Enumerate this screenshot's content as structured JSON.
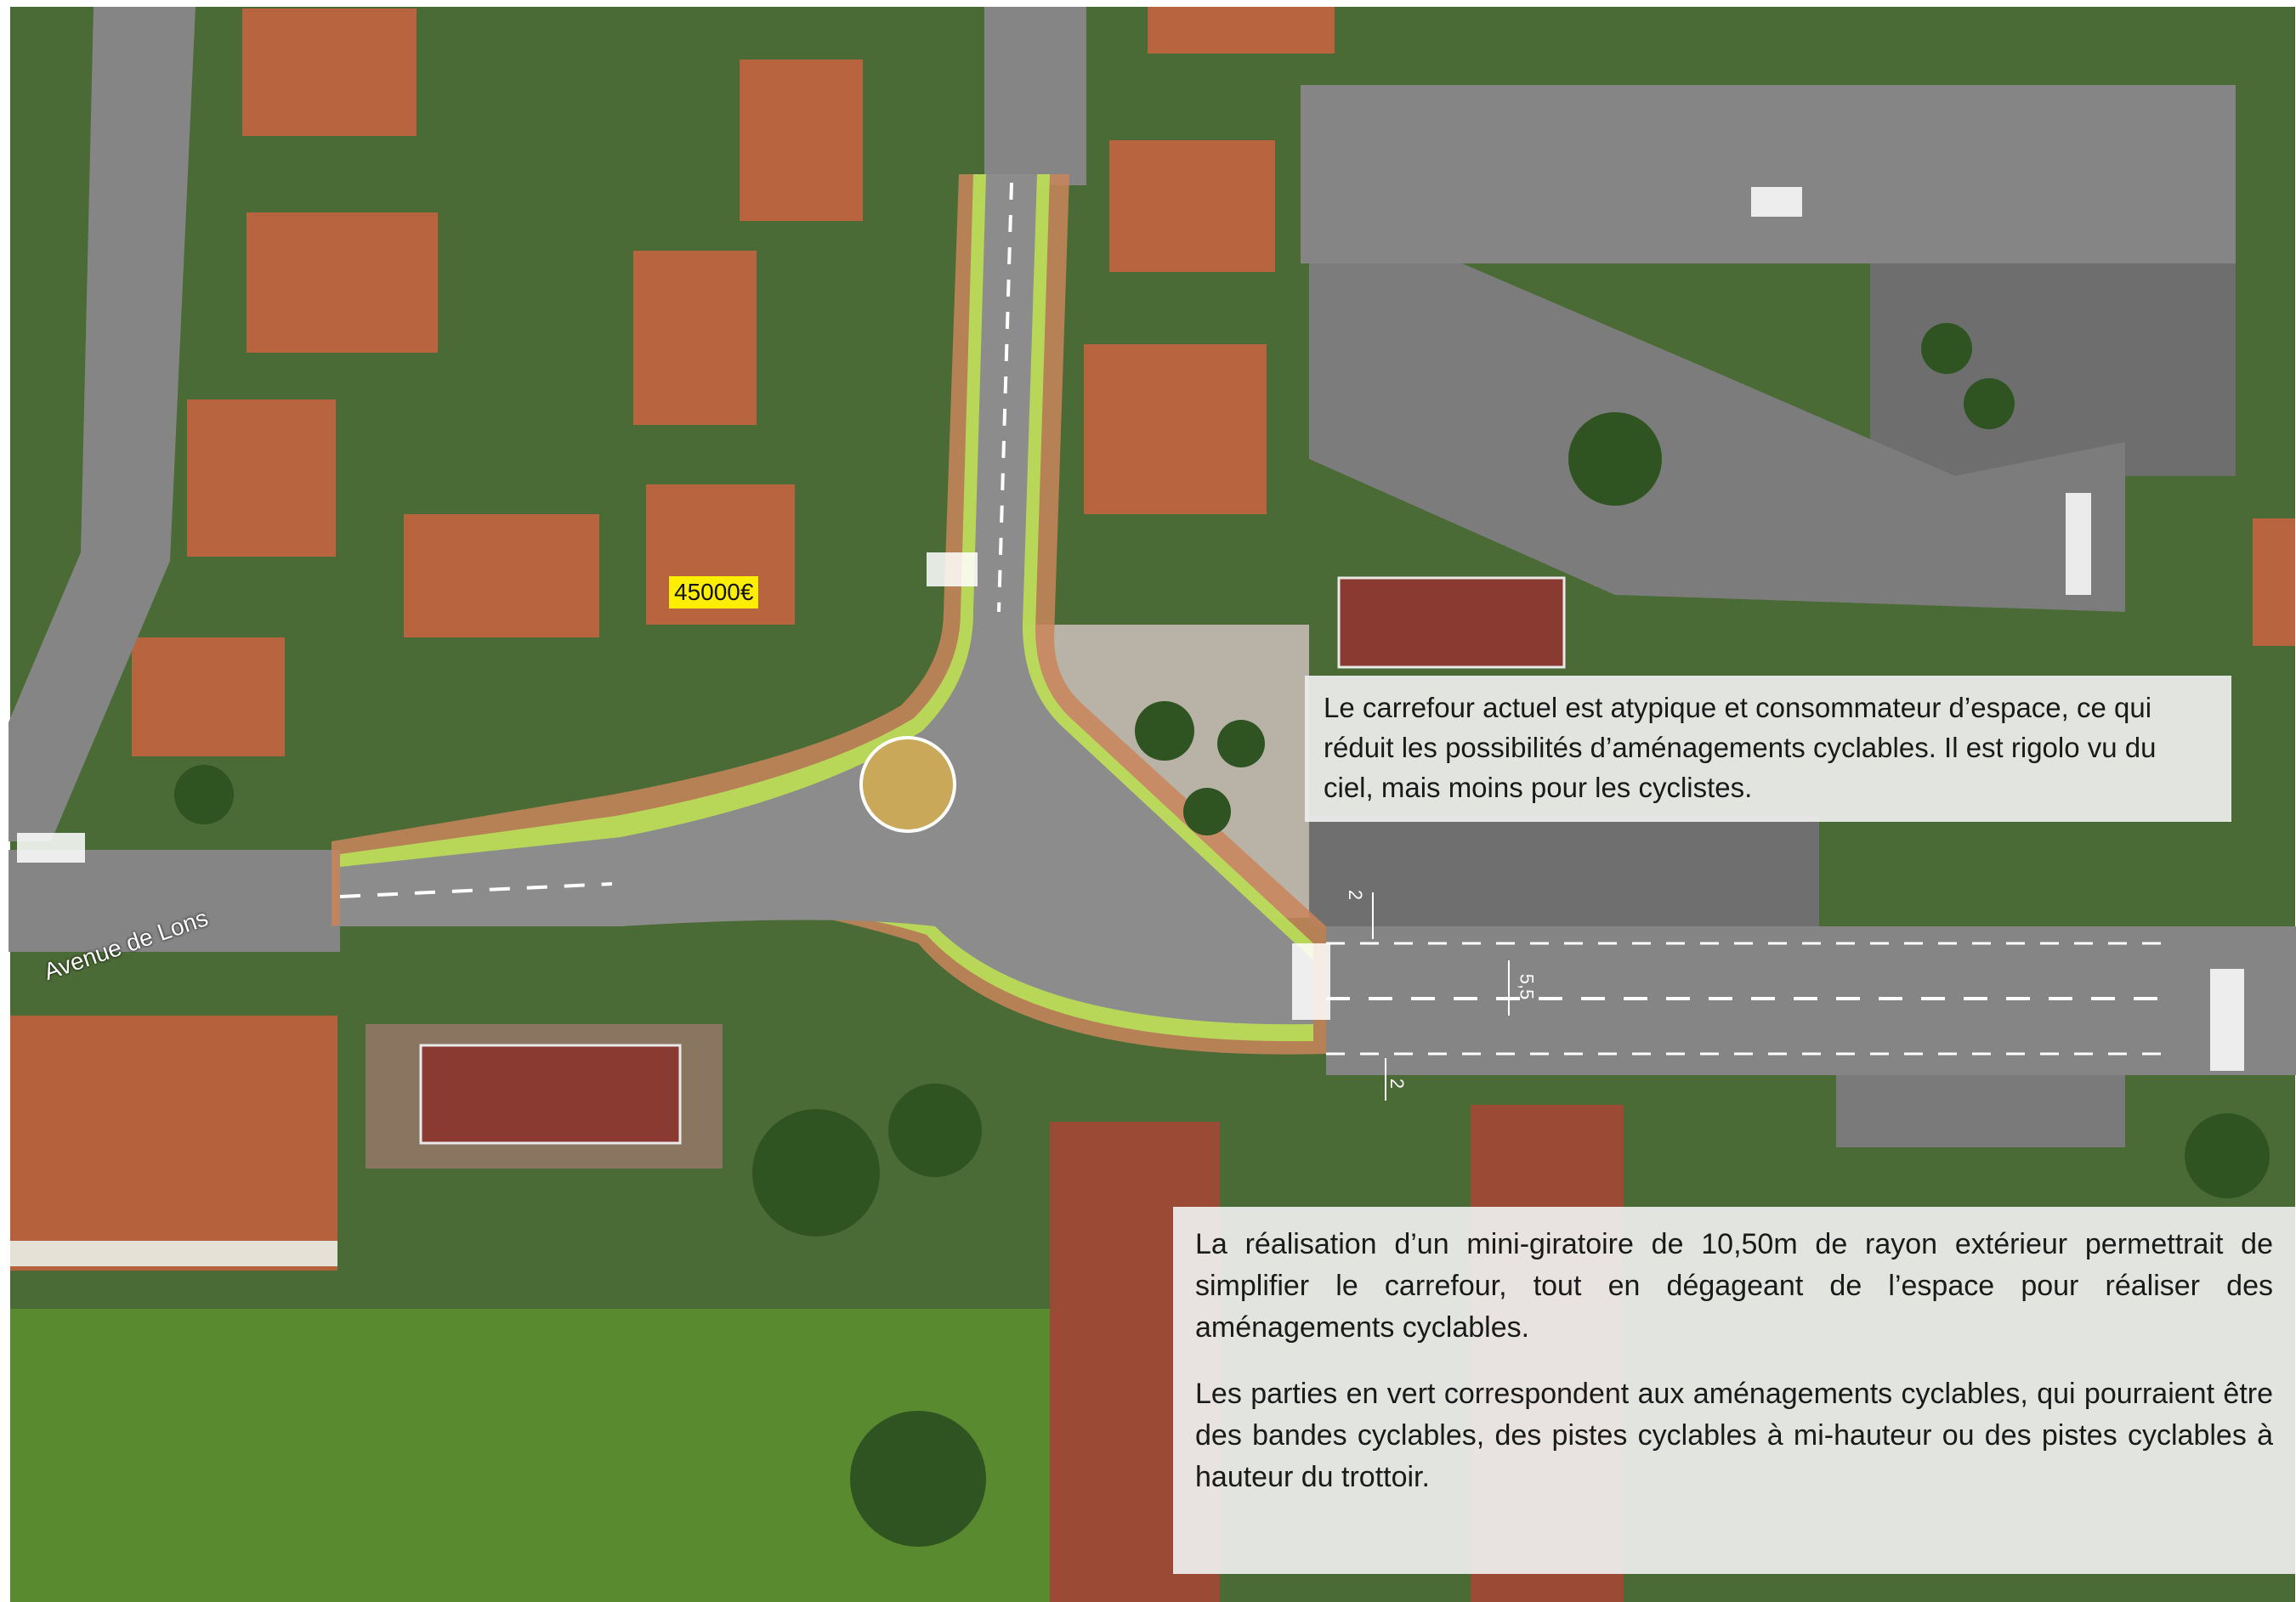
{
  "street_label": "Avenue de Lons",
  "cost_tag": "45000€",
  "dimensions": {
    "d1": "2",
    "d2": "5,5",
    "d3": "2"
  },
  "note_top": "Le carrefour actuel est atypique et consommateur d’espace, ce qui réduit les possibilités d’aménagements cyclables. Il est rigolo vu du ciel, mais moins pour les cyclistes.",
  "note_bottom": {
    "p1": "La réalisation d’un mini-giratoire de 10,50m de rayon extérieur permettrait de simplifier le carrefour, tout en dégageant de l’espace pour réaliser des aménagements cyclables.",
    "p2": "Les parties en vert correspondent aux aménagements cyclables, qui pourraient être des bandes cyclables, des pistes cyclables à mi-hauteur ou des pistes cyclables à hauteur du trottoir."
  },
  "colors": {
    "cycle_lane": "#b8e05a",
    "sidewalk": "#c9855a",
    "road": "#8a8a8a",
    "vegetation": "#3f6a2c",
    "roof": "#b5613c"
  }
}
